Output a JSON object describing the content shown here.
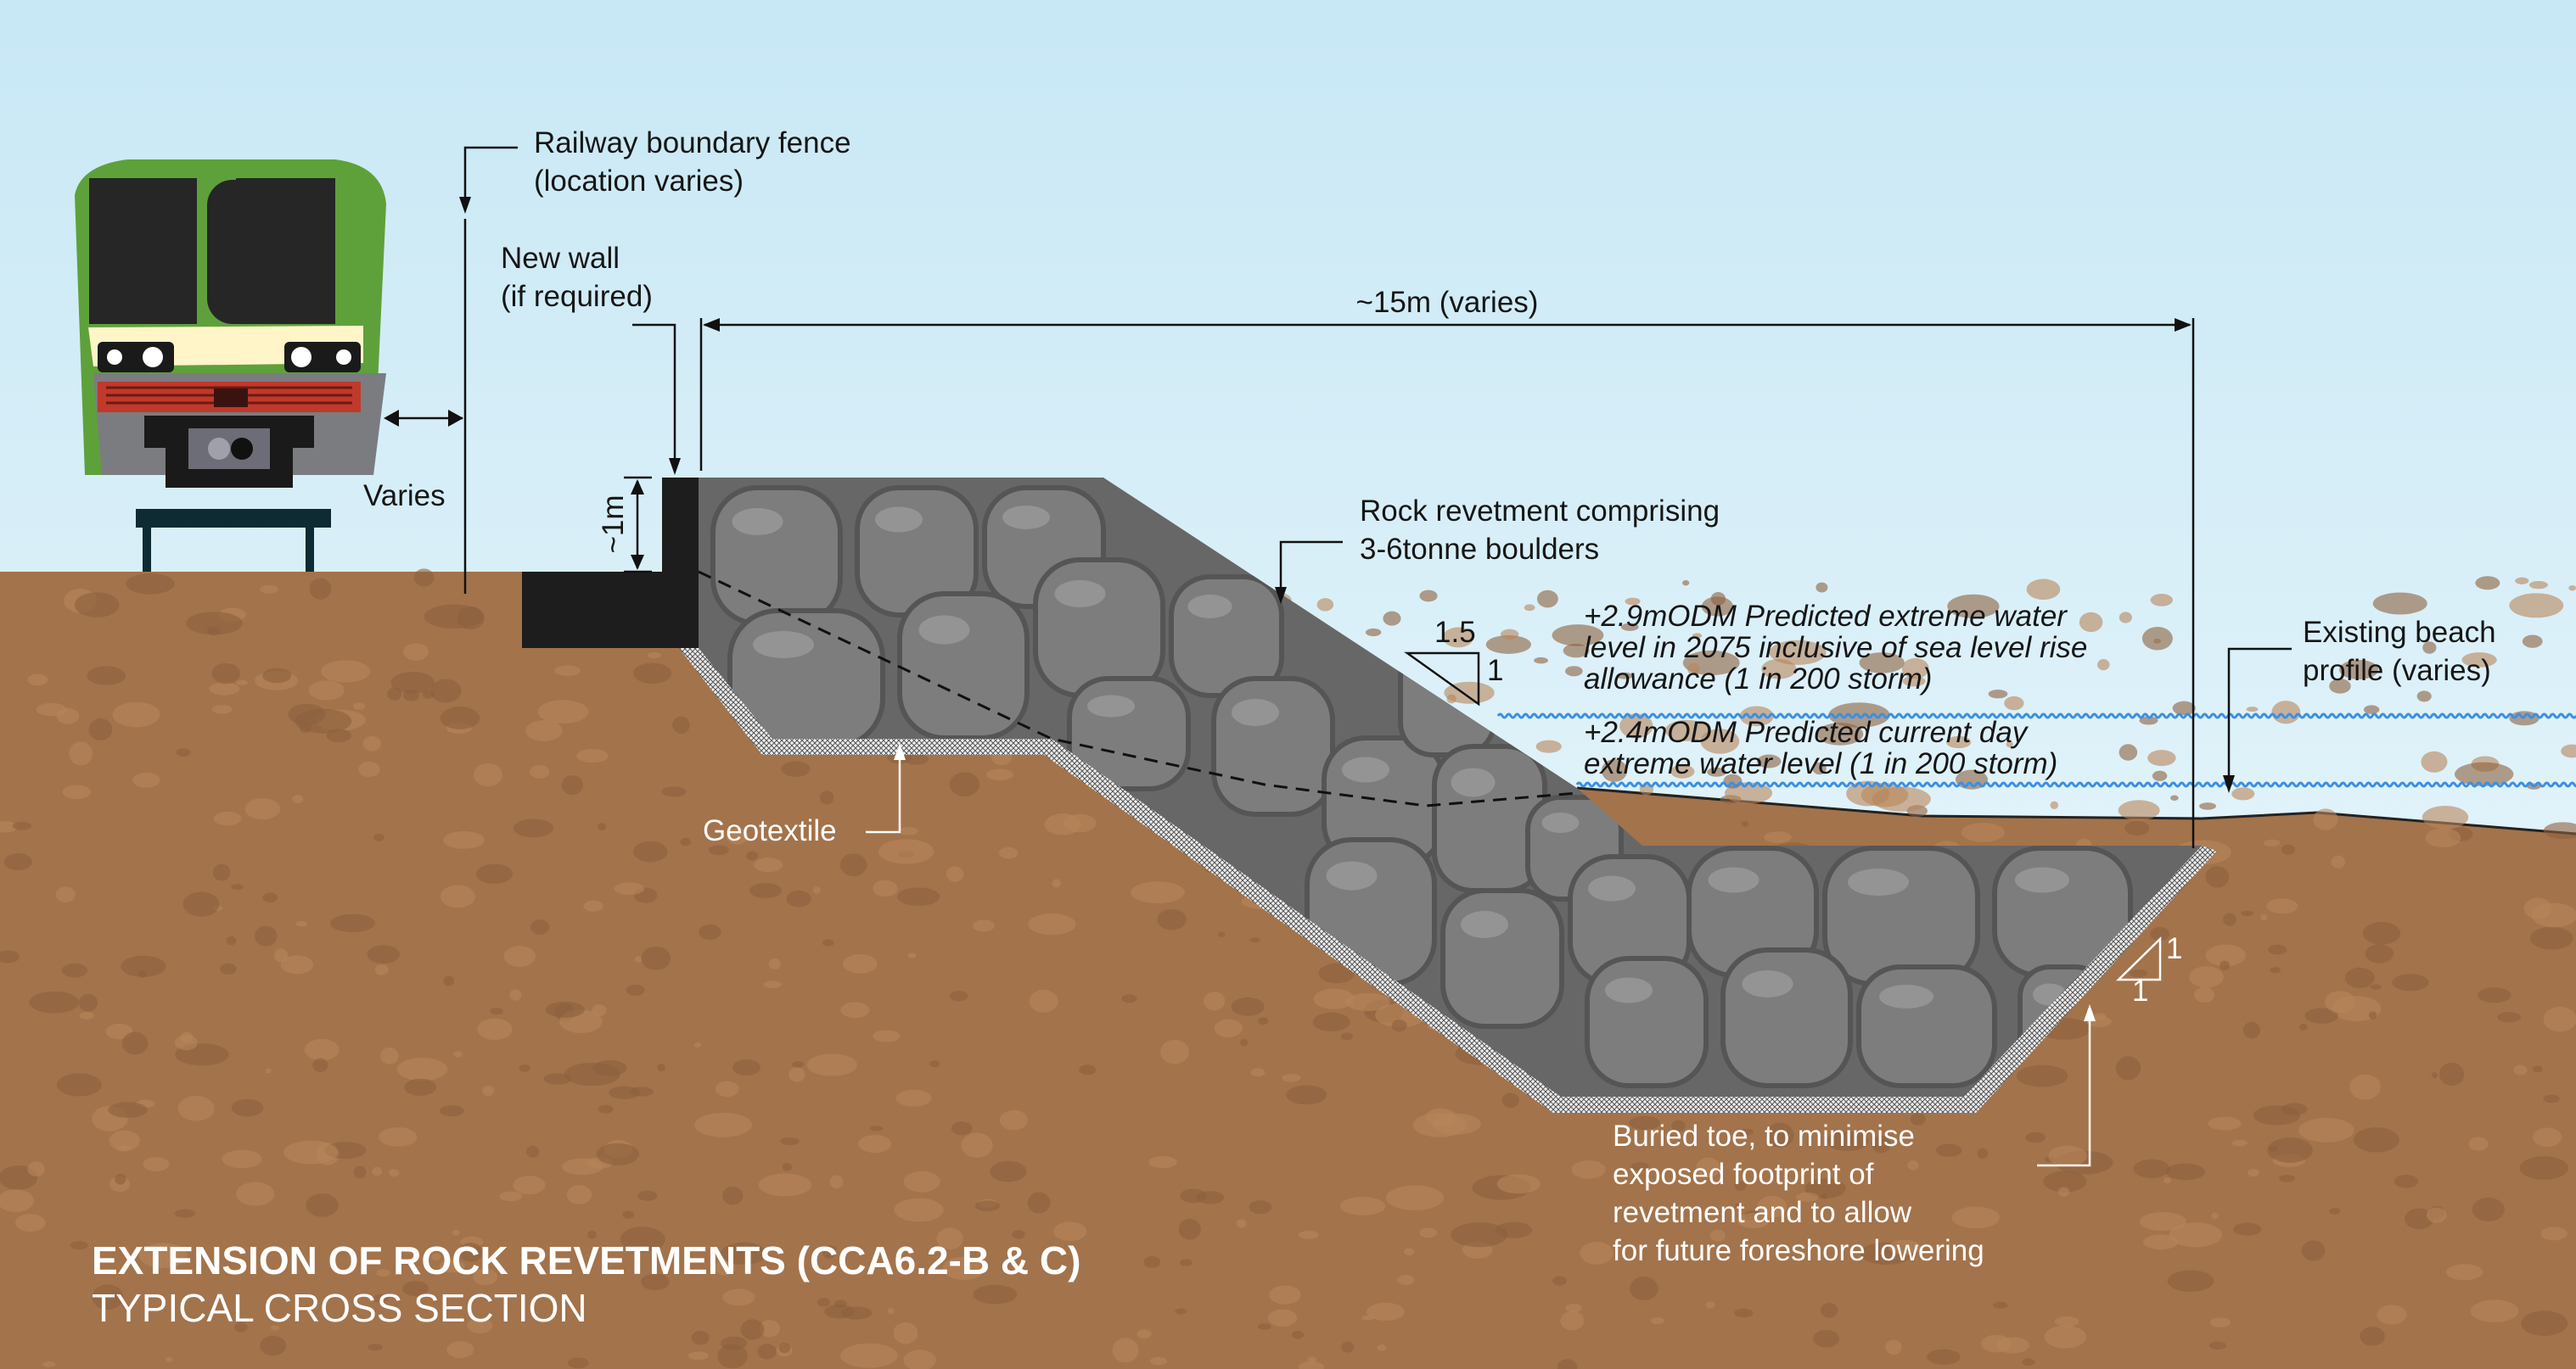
{
  "title": {
    "line1": "EXTENSION OF ROCK REVETMENTS (CCA6.2-B & C)",
    "line2": "TYPICAL CROSS SECTION"
  },
  "labels": {
    "fence_1": "Railway boundary fence",
    "fence_2": "(location varies)",
    "varies": "Varies",
    "wall_1": "New wall",
    "wall_2": "(if required)",
    "width": "~15m (varies)",
    "height": "~1m",
    "rock_1": "Rock revetment comprising",
    "rock_2": "3-6tonne boulders",
    "slope_run": "1.5",
    "slope_rise": "1",
    "toe_slope_rise": "1",
    "toe_slope_run": "1",
    "wl2075_1": "+2.9mODM Predicted extreme water",
    "wl2075_2": "level in 2075 inclusive of sea level rise",
    "wl2075_3": "allowance (1 in 200 storm)",
    "wlnow_1": "+2.4mODM Predicted current day",
    "wlnow_2": "extreme water level (1 in 200 storm)",
    "beach_1": "Existing beach",
    "beach_2": "profile (varies)",
    "geotextile": "Geotextile",
    "toe_1": "Buried toe, to minimise",
    "toe_2": "exposed footprint of",
    "toe_3": "revetment and to allow",
    "toe_4": "for future foreshore lowering"
  },
  "colors": {
    "sky_top": "#c8e8f5",
    "sky_bottom": "#eef8fc",
    "ground": "#a3734b",
    "rock": "#686868",
    "boulder": "#7c7c7d",
    "water": "#3b8fe2",
    "train_green": "#5ea13a"
  }
}
